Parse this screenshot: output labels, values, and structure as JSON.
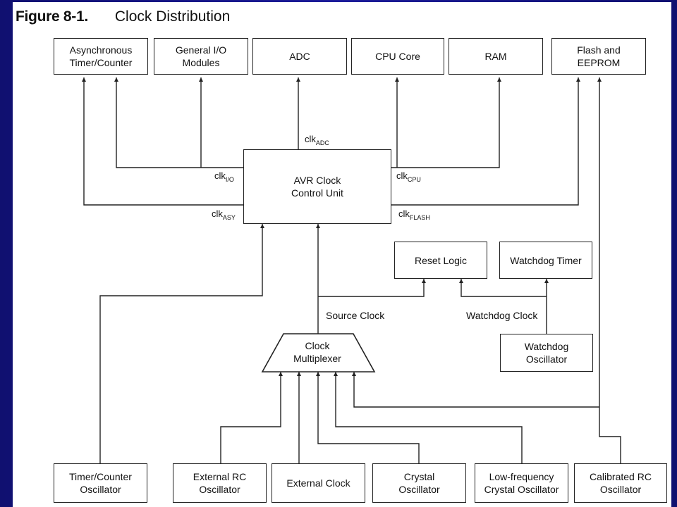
{
  "figure": {
    "number": "Figure 8-1.",
    "title": "Clock Distribution"
  },
  "top_modules": [
    "Asynchronous\nTimer/Counter",
    "General I/O\nModules",
    "ADC",
    "CPU Core",
    "RAM",
    "Flash and\nEEPROM"
  ],
  "control_unit": "AVR Clock\nControl Unit",
  "clock_signals": {
    "adc": {
      "base": "clk",
      "sub": "ADC"
    },
    "io": {
      "base": "clk",
      "sub": "I/O"
    },
    "cpu": {
      "base": "clk",
      "sub": "CPU"
    },
    "asy": {
      "base": "clk",
      "sub": "ASY"
    },
    "flash": {
      "base": "clk",
      "sub": "FLASH"
    }
  },
  "reset_logic": "Reset  Logic",
  "watchdog_timer": "Watchdog  Timer",
  "source_clock_label": "Source Clock",
  "watchdog_clock_label": "Watchdog Clock",
  "multiplexer": "Clock\nMultiplexer",
  "watchdog_oscillator": "Watchdog\nOscillator",
  "oscillators": [
    "Timer/Counter\nOscillator",
    "External RC\nOscillator",
    "External Clock",
    "Crystal\nOscillator",
    "Low-frequency\nCrystal Oscillator",
    "Calibrated RC\nOscillator"
  ],
  "colors": {
    "background": "#1a1a8c",
    "panel": "#ffffff",
    "line": "#222222"
  }
}
